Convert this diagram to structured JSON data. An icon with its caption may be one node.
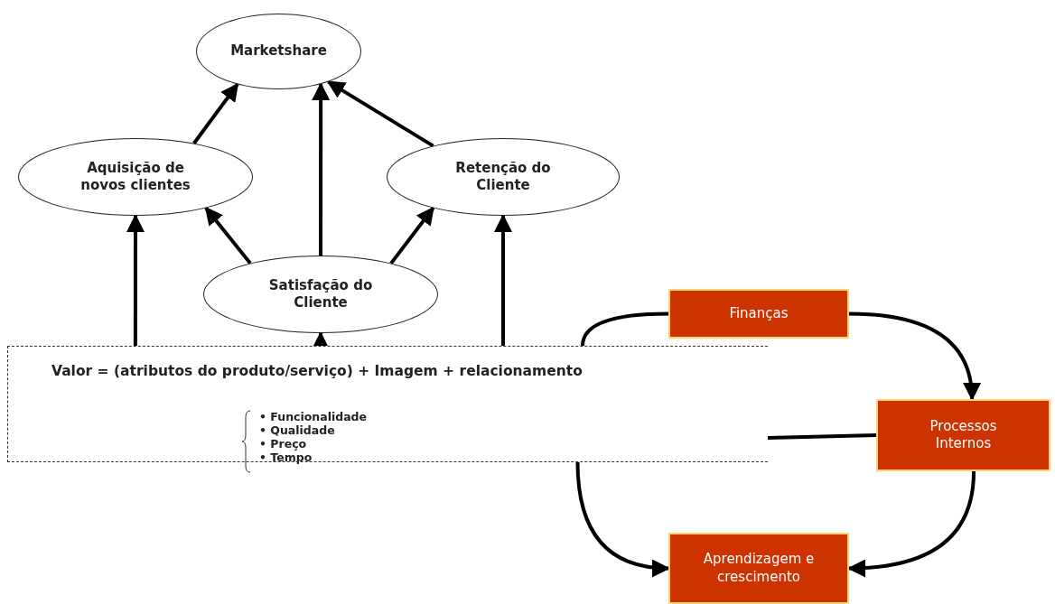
{
  "diagram": {
    "nodes": [
      {
        "text": [
          "Marketshare"
        ]
      },
      {
        "text": [
          "Aquisição de novos clientes"
        ]
      },
      {
        "text": [
          "Retenção do Cliente"
        ]
      },
      {
        "text": [
          "Satisfação do Cliente"
        ]
      },
      {
        "text": [
          "Valor = (atributos do produto/serviço) + Imagem + relacionamento",
          "• Funcionalidade",
          "• Qualidade",
          "• Preço",
          "• Tempo"
        ]
      },
      {
        "text": [
          "Finanças"
        ]
      },
      {
        "text": [
          "Processos Internos"
        ]
      },
      {
        "text": [
          "Aprendizagem e crescimento"
        ]
      }
    ],
    "edges": [
      {
        "from": 1,
        "to": 0,
        "arrow": "to"
      },
      {
        "from": 3,
        "to": 0,
        "arrow": "to"
      },
      {
        "from": 2,
        "to": 0,
        "arrow": "to"
      },
      {
        "from": 3,
        "to": 1,
        "arrow": "to"
      },
      {
        "from": 3,
        "to": 2,
        "arrow": "to"
      },
      {
        "from": 4,
        "to": 1,
        "arrow": "to"
      },
      {
        "from": 4,
        "to": 3,
        "arrow": "to"
      },
      {
        "from": 4,
        "to": 2,
        "arrow": "to"
      },
      {
        "from": 4,
        "to": 5,
        "arrow": "none"
      },
      {
        "from": 5,
        "to": 6,
        "arrow": "to"
      },
      {
        "from": 6,
        "to": 7,
        "arrow": "to"
      },
      {
        "from": 4,
        "to": 7,
        "arrow": "to"
      },
      {
        "from": 6,
        "to": 4,
        "arrow": "none"
      }
    ]
  }
}
